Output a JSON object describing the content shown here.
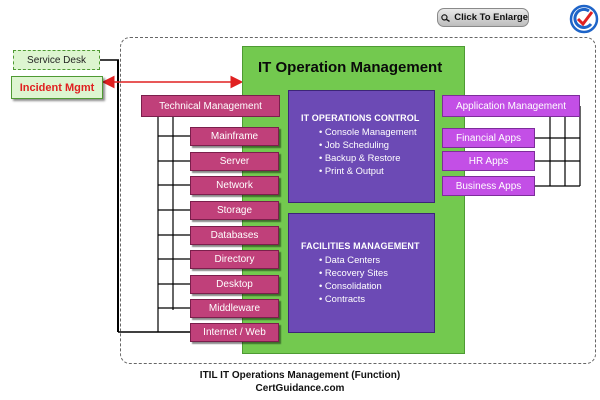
{
  "enlarge": {
    "label": "Click To Enlarge"
  },
  "left": {
    "service_desk": "Service Desk",
    "incident_mgmt": "Incident Mgmt"
  },
  "center": {
    "title": "IT Operation Management",
    "operations_control": {
      "title": "IT OPERATIONS CONTROL",
      "items": [
        "Console Management",
        "Job Scheduling",
        "Backup & Restore",
        "Print & Output"
      ]
    },
    "facilities": {
      "title": "FACILITIES MANAGEMENT",
      "items": [
        "Data Centers",
        "Recovery Sites",
        "Consolidation",
        "Contracts"
      ]
    }
  },
  "technical": {
    "title": "Technical Management",
    "items": [
      "Mainframe",
      "Server",
      "Network",
      "Storage",
      "Databases",
      "Directory",
      "Desktop",
      "Middleware",
      "Internet / Web"
    ]
  },
  "application": {
    "title": "Application Management",
    "items": [
      "Financial Apps",
      "HR Apps",
      "Business Apps"
    ]
  },
  "caption": {
    "line1": "ITIL IT Operations Management (Function)",
    "line2": "CertGuidance.com"
  },
  "colors": {
    "panel_green": "#73c94f",
    "purple": "#6c4ab5",
    "technical_pink": "#c0407a",
    "application_magenta": "#c34fe6",
    "arrow_red": "#e02020"
  }
}
